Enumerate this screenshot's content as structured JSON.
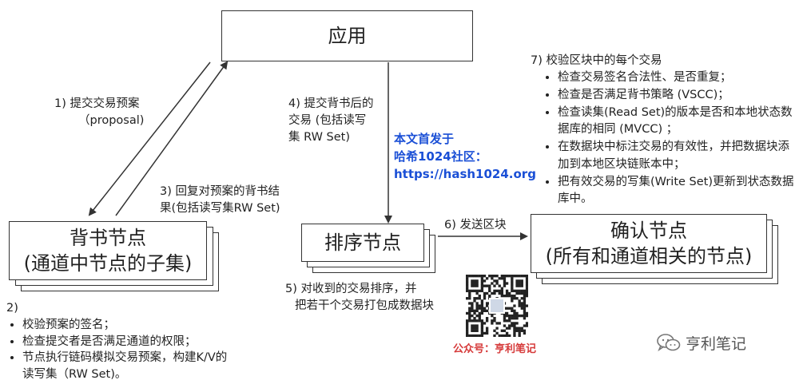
{
  "nodes": {
    "app": "应用",
    "endorser_line1": "背书节点",
    "endorser_line2": "(通道中节点的子集)",
    "orderer": "排序节点",
    "committer_line1": "确认节点",
    "committer_line2": "(所有和通道相关的节点)"
  },
  "steps": {
    "s1_line1": "1)  提交交易预案",
    "s1_line2": "（proposal)",
    "s3_line1": "3) 回复对预案的背书结",
    "s3_line2": "果(包括读写集RW Set)",
    "s4_line1": "4) 提交背书后的",
    "s4_line2": "交易 (包括读写",
    "s4_line3": "集 RW Set)",
    "s5_line1": "5) 对收到的交易排序，并",
    "s5_line2": "把若干个交易打包成数据块",
    "s6": "6) 发送区块",
    "s2_head": "2)",
    "s2_items": [
      "校验预案的签名；",
      "检查提交者是否满足通道的权限；",
      "节点执行链码模拟交易预案，构建K/V的读写集（RW Set)。"
    ],
    "s7_head": "7) 校验区块中的每个交易",
    "s7_items": [
      "检查交易签名合法性、是否重复；",
      "检查是否满足背书策略 (VSCC)；",
      "检查读集(Read Set)的版本是否和本地状态数据库的相同 (MVCC) ；",
      "在数据块中标注交易的有效性，并把数据块添加到本地区块链账本中；",
      "把有效交易的写集(Write Set)更新到状态数据库中。"
    ]
  },
  "notice": {
    "line1": "本文首发于",
    "line2": "哈希1024社区：",
    "line3": "https://hash1024.org"
  },
  "qr": {
    "label": "公众号：亨利笔记"
  },
  "watermark": {
    "name": "亨利笔记",
    "icon": "wechat-icon"
  }
}
